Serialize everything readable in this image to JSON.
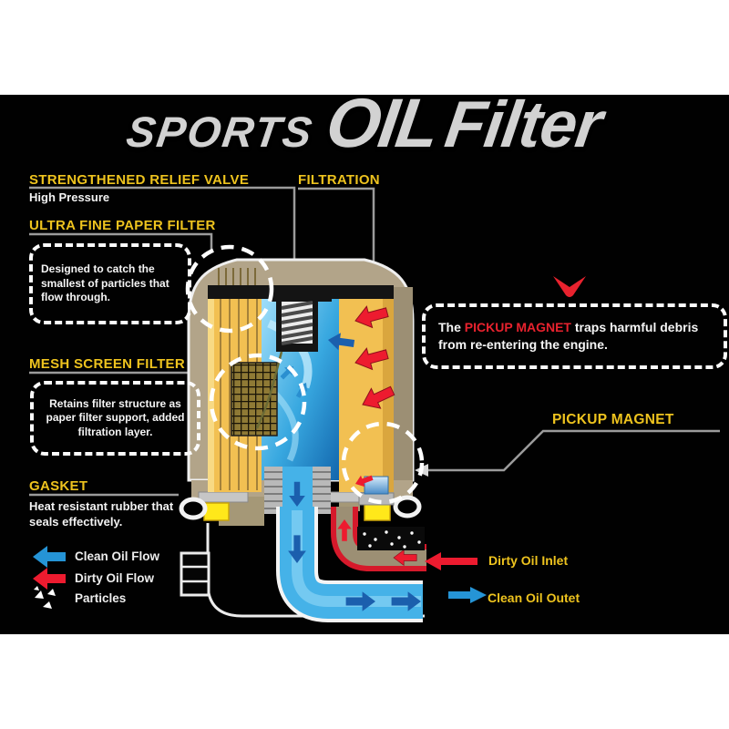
{
  "title": {
    "word1": "SPORTS",
    "word2": "OIL",
    "word3": "Filter"
  },
  "callouts": {
    "relief_valve": {
      "label": "STRENGTHENED RELIEF VALVE",
      "sub": "High Pressure"
    },
    "paper_filter": {
      "label": "ULTRA FINE PAPER FILTER",
      "note": "Designed to catch the smallest of particles that flow through."
    },
    "mesh_filter": {
      "label": "MESH SCREEN FILTER",
      "note": "Retains filter structure as paper filter support, added filtration layer."
    },
    "gasket": {
      "label": "GASKET",
      "sub": "Heat resistant rubber that seals effectively."
    },
    "filtration": {
      "label": "FILTRATION"
    },
    "pickup_magnet": {
      "label": "PICKUP MAGNET"
    },
    "magnet_note": {
      "prefix": "The ",
      "highlight": "PICKUP MAGNET",
      "suffix": " traps harmful debris from re-entering the engine."
    }
  },
  "legend": {
    "items": [
      {
        "label": "Clean Oil Flow",
        "icon": "left-arrow",
        "color": "#2594d6"
      },
      {
        "label": "Dirty Oil Flow",
        "icon": "left-arrow",
        "color": "#ed1b2f"
      },
      {
        "label": "Particles",
        "icon": "triangle-particles",
        "color": "#ffffff"
      }
    ]
  },
  "flow_labels": {
    "dirty_inlet": "Dirty Oil Inlet",
    "clean_outlet": "Clean Oil Outet"
  },
  "colors": {
    "accent_yellow": "#eec31e",
    "red": "#ed1b2f",
    "blue": "#2594d6",
    "deep_blue": "#1b5fad",
    "filter_media_yellow": "#f2c052",
    "shell_tan": "#b2a489",
    "background": "#000000",
    "canvas": "#ffffff"
  }
}
